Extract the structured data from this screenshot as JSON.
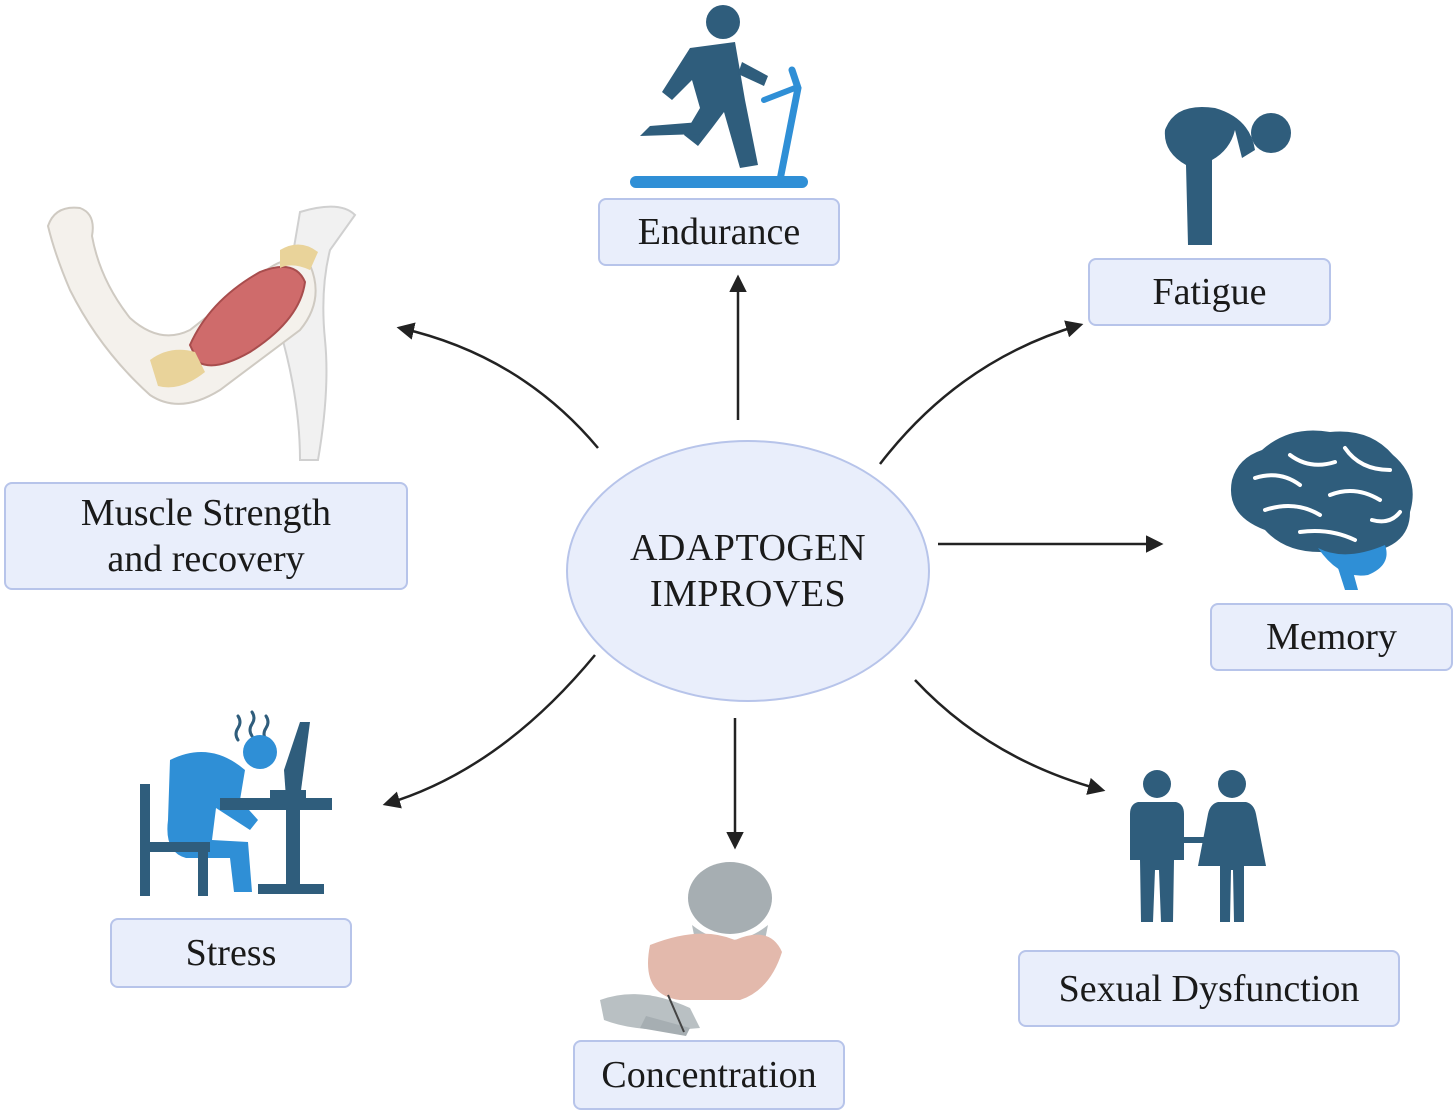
{
  "center": {
    "line1": "ADAPTOGEN",
    "line2": "IMPROVES"
  },
  "nodes": {
    "endurance": {
      "label": "Endurance",
      "icon": "treadmill-runner-icon"
    },
    "fatigue": {
      "label": "Fatigue",
      "icon": "tired-person-icon"
    },
    "memory": {
      "label": "Memory",
      "icon": "brain-icon"
    },
    "sexual_dysfunction": {
      "label": "Sexual Dysfunction",
      "icon": "couple-icon"
    },
    "concentration": {
      "label": "Concentration",
      "icon": "studying-person-icon"
    },
    "stress": {
      "label": "Stress",
      "icon": "stressed-person-at-desk-icon"
    },
    "muscle": {
      "line1": "Muscle Strength",
      "line2": "and recovery",
      "icon": "flexed-arm-muscle-icon"
    }
  },
  "colors": {
    "box_fill": "#e9eefb",
    "box_border": "#b7c4ea",
    "icon_dark": "#2f5d7c",
    "icon_light": "#2f8fd6",
    "arrow": "#222222"
  }
}
